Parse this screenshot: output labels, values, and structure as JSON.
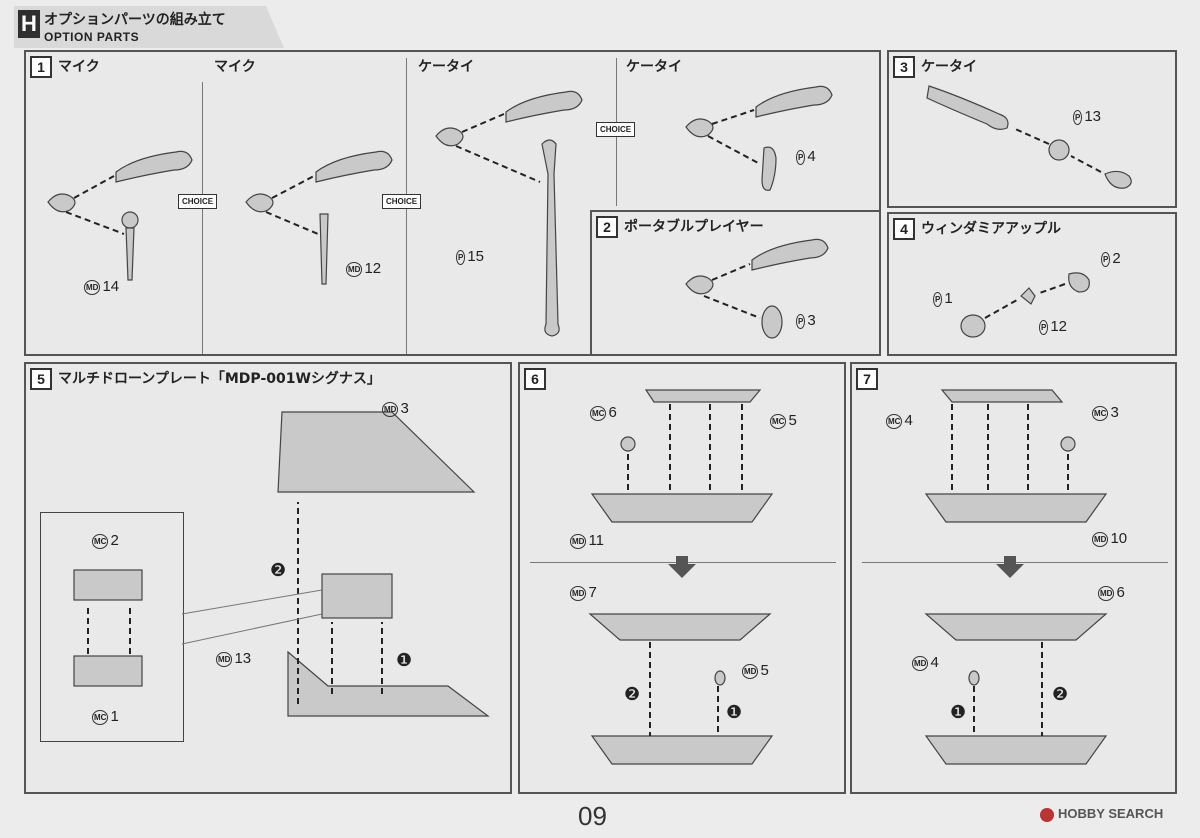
{
  "header": {
    "letter": "H",
    "title": "オプションパーツの組み立て",
    "subtitle": "OPTION PARTS"
  },
  "choice_label": "CHOICE",
  "steps": {
    "s1": {
      "number": "1",
      "labels": [
        "マイク",
        "マイク",
        "ケータイ",
        "ケータイ"
      ],
      "parts": [
        {
          "badge": "MD",
          "num": "14"
        },
        {
          "badge": "MD",
          "num": "12"
        },
        {
          "badge": "P",
          "num": "15"
        },
        {
          "badge": "P",
          "num": "4"
        }
      ]
    },
    "s2": {
      "number": "2",
      "label": "ポータブルプレイヤー",
      "parts": [
        {
          "badge": "P",
          "num": "3"
        }
      ]
    },
    "s3": {
      "number": "3",
      "label": "ケータイ",
      "parts": [
        {
          "badge": "P",
          "num": "13"
        }
      ]
    },
    "s4": {
      "number": "4",
      "label": "ウィンダミアアップル",
      "parts": [
        {
          "badge": "P",
          "num": "1"
        },
        {
          "badge": "P",
          "num": "2"
        },
        {
          "badge": "P",
          "num": "12"
        }
      ]
    },
    "s5": {
      "number": "5",
      "label": "マルチドローンプレート「MDP-001Wシグナス」",
      "parts": [
        {
          "badge": "MD",
          "num": "3"
        },
        {
          "badge": "MC",
          "num": "2"
        },
        {
          "badge": "MC",
          "num": "1"
        },
        {
          "badge": "MD",
          "num": "13"
        }
      ],
      "order": [
        "❷",
        "❶"
      ]
    },
    "s6": {
      "number": "6",
      "parts": [
        {
          "badge": "MC",
          "num": "6"
        },
        {
          "badge": "MC",
          "num": "5"
        },
        {
          "badge": "MD",
          "num": "11"
        },
        {
          "badge": "MD",
          "num": "7"
        },
        {
          "badge": "MD",
          "num": "5"
        }
      ],
      "order": [
        "❷",
        "❶"
      ]
    },
    "s7": {
      "number": "7",
      "parts": [
        {
          "badge": "MC",
          "num": "4"
        },
        {
          "badge": "MC",
          "num": "3"
        },
        {
          "badge": "MD",
          "num": "10"
        },
        {
          "badge": "MD",
          "num": "6"
        },
        {
          "badge": "MD",
          "num": "4"
        }
      ],
      "order": [
        "❶",
        "❷"
      ]
    }
  },
  "footer": {
    "page_number": "09",
    "watermark": "HOBBY SEARCH"
  }
}
